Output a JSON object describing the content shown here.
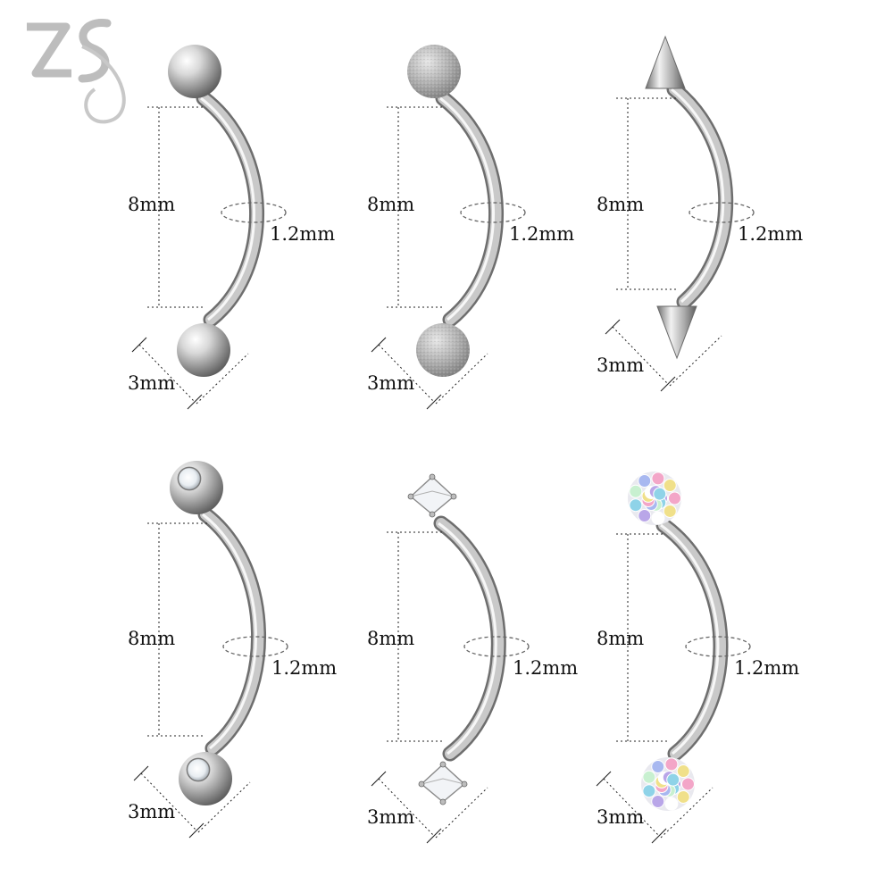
{
  "brand": {
    "logo_text": "ZS",
    "logo_color": "#bfbfbf"
  },
  "colors": {
    "steel_light": "#f4f4f4",
    "steel_mid": "#b8b8b8",
    "steel_dark": "#6a6a6a",
    "annotation": "#111111"
  },
  "products": [
    {
      "id": "ball",
      "top": "polished-ball-icon",
      "bottom": "polished-ball-icon",
      "length_label": "8mm",
      "gauge_label": "1.2mm",
      "ball_label": "3mm"
    },
    {
      "id": "frosted",
      "top": "frosted-ball-icon",
      "bottom": "frosted-ball-icon",
      "length_label": "8mm",
      "gauge_label": "1.2mm",
      "ball_label": "3mm"
    },
    {
      "id": "spike",
      "top": "spike-cone-icon",
      "bottom": "spike-cone-icon",
      "length_label": "8mm",
      "gauge_label": "1.2mm",
      "ball_label": "3mm"
    },
    {
      "id": "gem-ball",
      "top": "gem-ball-icon",
      "bottom": "gem-ball-icon",
      "length_label": "8mm",
      "gauge_label": "1.2mm",
      "ball_label": "3mm"
    },
    {
      "id": "prong-gem",
      "top": "prong-crystal-icon",
      "bottom": "prong-crystal-icon",
      "length_label": "8mm",
      "gauge_label": "1.2mm",
      "ball_label": "3mm"
    },
    {
      "id": "ferido-ball",
      "top": "crystal-cluster-ball-icon",
      "bottom": "crystal-cluster-ball-icon",
      "length_label": "8mm",
      "gauge_label": "1.2mm",
      "ball_label": "3mm"
    }
  ]
}
